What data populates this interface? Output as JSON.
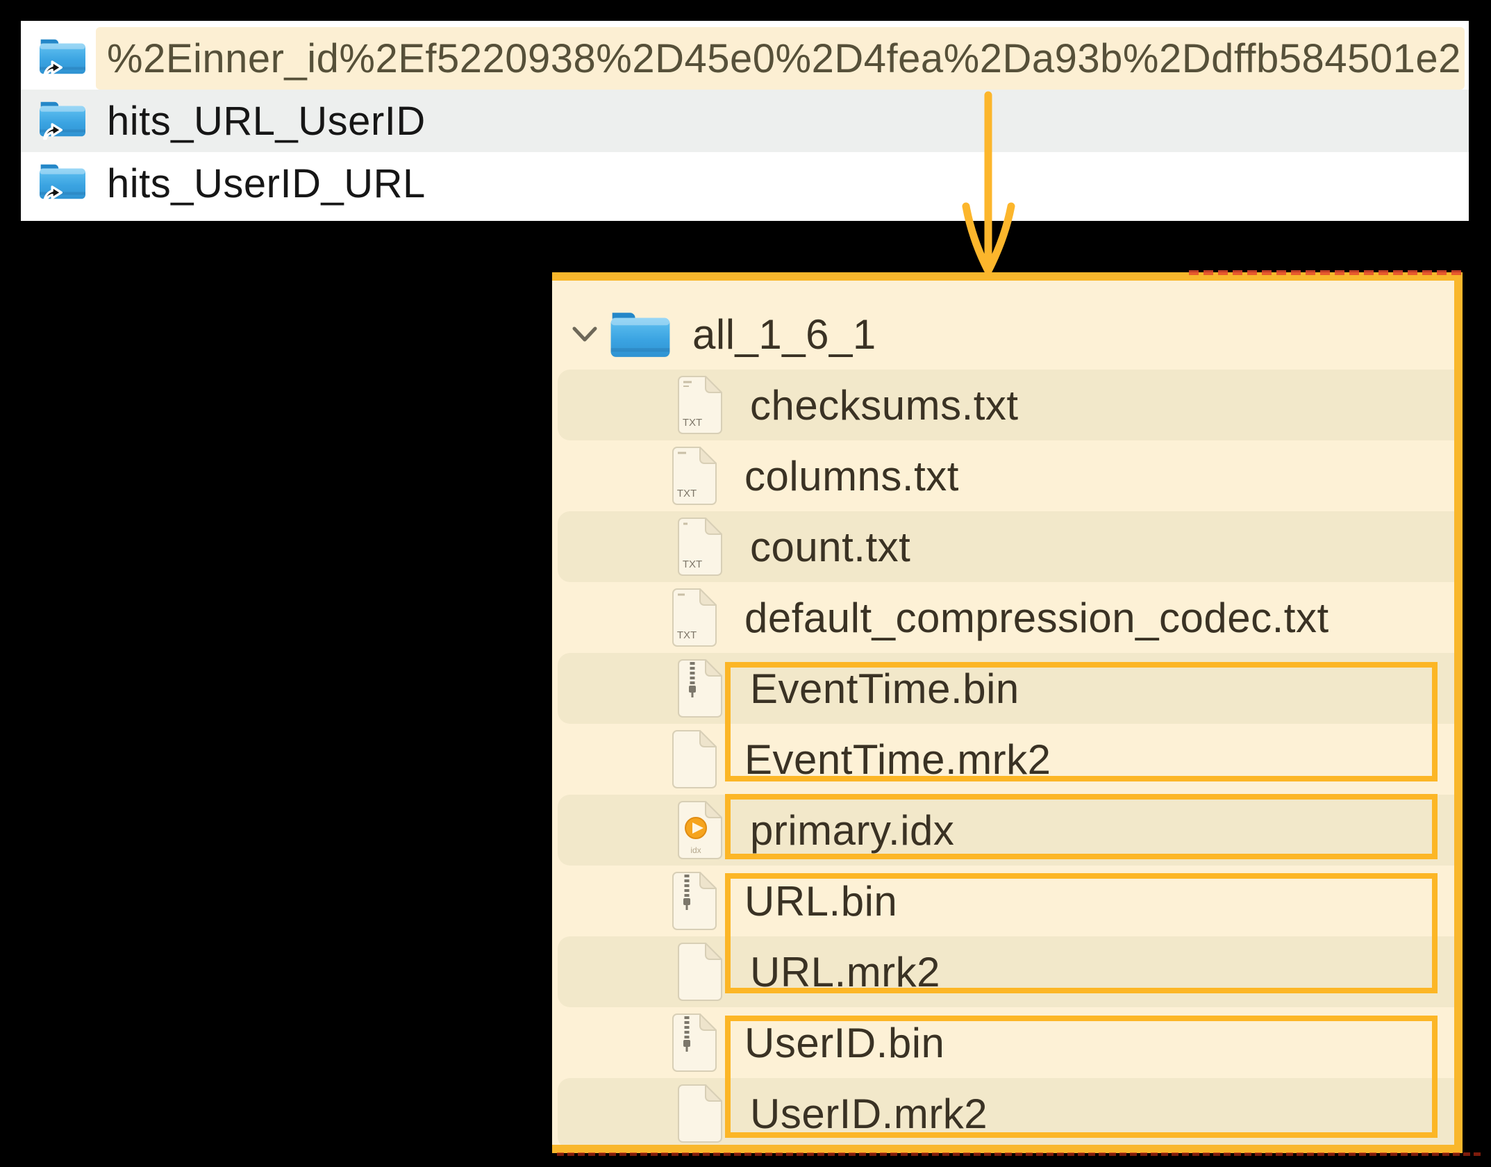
{
  "colors": {
    "accent_orange": "#f9b72c",
    "box_orange": "#fcb626",
    "selection_cream": "#fcefd3",
    "panel_cream": "#fdf1d6",
    "row_stripe_tan": "#f2e8ca",
    "top_alt_gray": "#edefee",
    "red_dash": "#e64a2e",
    "folder_blue": "#2f9ada",
    "idx_badge_orange": "#f6a41d"
  },
  "top_panel": {
    "rows": [
      {
        "label": "%2Einner_id%2Ef5220938%2D45e0%2D4fea%2Da93b%2Ddffb584501e2",
        "state": "selected",
        "icon": "alias-folder-icon"
      },
      {
        "label": "hits_URL_UserID",
        "state": "normal",
        "icon": "alias-folder-icon"
      },
      {
        "label": "hits_UserID_URL",
        "state": "normal",
        "icon": "alias-folder-icon"
      }
    ]
  },
  "tree_panel": {
    "root": {
      "label": "all_1_6_1",
      "icon": "folder-icon",
      "expanded": true
    },
    "files": [
      {
        "label": "checksums.txt",
        "icon": "txt-file-icon"
      },
      {
        "label": "columns.txt",
        "icon": "txt-file-icon"
      },
      {
        "label": "count.txt",
        "icon": "txt-file-icon"
      },
      {
        "label": "default_compression_codec.txt",
        "icon": "txt-file-icon"
      },
      {
        "label": "EventTime.bin",
        "icon": "bin-file-icon"
      },
      {
        "label": "EventTime.mrk2",
        "icon": "blank-file-icon"
      },
      {
        "label": "primary.idx",
        "icon": "idx-file-icon"
      },
      {
        "label": "URL.bin",
        "icon": "bin-file-icon"
      },
      {
        "label": "URL.mrk2",
        "icon": "blank-file-icon"
      },
      {
        "label": "UserID.bin",
        "icon": "bin-file-icon"
      },
      {
        "label": "UserID.mrk2",
        "icon": "blank-file-icon"
      }
    ],
    "icon_badges": {
      "txt": "TXT",
      "idx": "idx"
    }
  },
  "annotations": {
    "arrow": "down-arrow from selected part folder to expanded part contents",
    "boxes": [
      "EventTime.bin + EventTime.mrk2",
      "primary.idx",
      "URL.bin + URL.mrk2",
      "UserID.bin + UserID.mrk2"
    ]
  }
}
